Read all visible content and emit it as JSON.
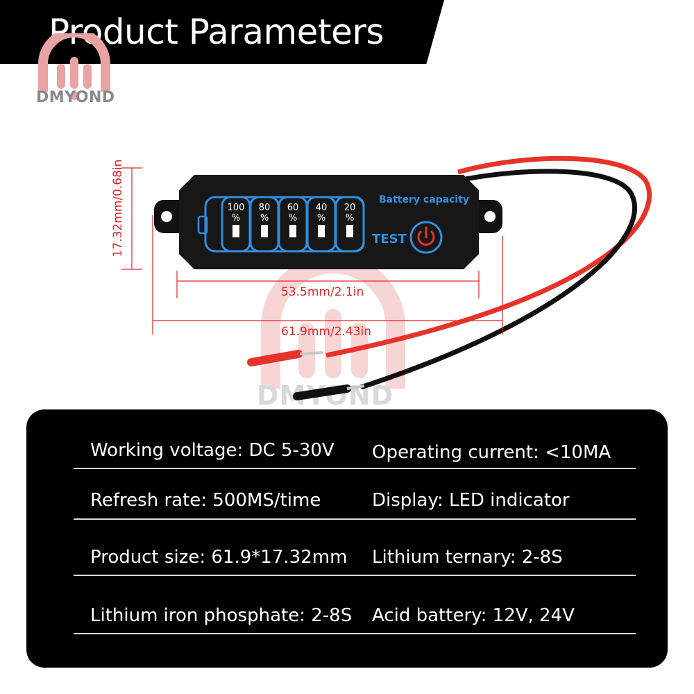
{
  "header": {
    "title": "Product Parameters",
    "logo_text": "DMYOND",
    "watermark_text": "DMYOND"
  },
  "device": {
    "levels": [
      "100",
      "80",
      "60",
      "40",
      "20"
    ],
    "percent_sign": "%",
    "capacity_label": "Battery capacity",
    "test_label": "TEST"
  },
  "dimensions": {
    "inner_width": "53.5mm/2.1in",
    "outer_width": "61.9mm/2.43in",
    "height": "17.32mm/0.68in"
  },
  "specs": [
    {
      "left": "Working voltage: DC 5-30V",
      "right": "Operating current: <10MA"
    },
    {
      "left": "Refresh rate: 500MS/time",
      "right": "Display: LED indicator"
    },
    {
      "left": "Product size: 61.9*17.32mm",
      "right": "Lithium ternary: 2-8S"
    },
    {
      "left": "Lithium iron phosphate: 2-8S",
      "right": "Acid battery: 12V, 24V"
    }
  ],
  "colors": {
    "accent_red": "#e0262a",
    "led_blue": "#2f8fe0",
    "wire_red": "#e8332b",
    "panel_black": "#000000"
  }
}
